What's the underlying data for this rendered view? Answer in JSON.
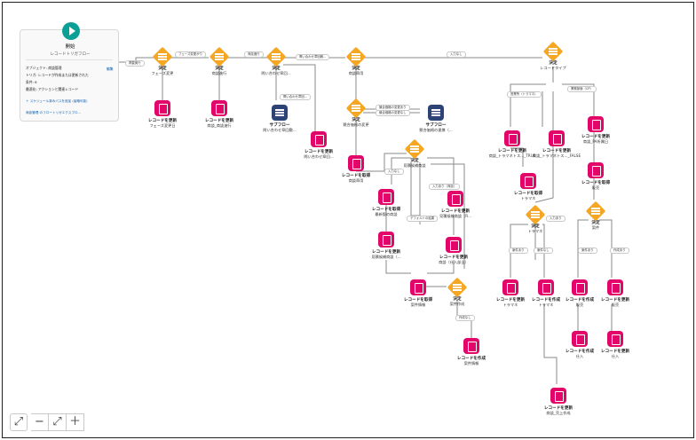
{
  "start": {
    "title": "開始",
    "subtitle": "レコードトリガフロー",
    "object_label": "オブジェクト: ",
    "object_value": "商談管理",
    "edit_label": "編集",
    "trigger_label": "トリガ: ",
    "trigger_value": "レコードが作成または更新された",
    "condition_label": "条件: ",
    "condition_value": "6",
    "optimize_label": "最適化: ",
    "optimize_value": "アクションと関連レコード",
    "add_schedule_link": "＋ スケジュール済みパスを追加 (省略可能)",
    "explore_link": "商談管理 のフロートリガエクスプロ..."
  },
  "nodes": [
    {
      "id": "n1",
      "type": "決定",
      "label": "フェーズ変更",
      "color": "orange"
    },
    {
      "id": "n2",
      "type": "レコードを更新",
      "label": "フェーズ変更日",
      "color": "pink"
    },
    {
      "id": "n3",
      "type": "決定",
      "label": "商談進行",
      "color": "orange"
    },
    {
      "id": "n4",
      "type": "レコードを更新",
      "label": "商談_商談進行",
      "color": "pink"
    },
    {
      "id": "n5",
      "type": "決定",
      "label": "問い合わせ章回...",
      "color": "orange"
    },
    {
      "id": "n6",
      "type": "サブフロー",
      "label": "問い合わせ章回敷...",
      "color": "navy"
    },
    {
      "id": "n7",
      "type": "レコードを更新",
      "label": "問い合わせ章回...",
      "color": "pink"
    },
    {
      "id": "n8",
      "type": "決定",
      "label": "商談章用",
      "color": "orange"
    },
    {
      "id": "n9",
      "type": "決定",
      "label": "競合価格の変更",
      "color": "orange"
    },
    {
      "id": "n10",
      "type": "サブフロー",
      "label": "競合価格の連携（...",
      "color": "navy"
    },
    {
      "id": "n11",
      "type": "レコードを取得",
      "label": "商談章用",
      "color": "pink"
    },
    {
      "id": "n12",
      "type": "決定",
      "label": "見積候補商談",
      "color": "orange"
    },
    {
      "id": "n13",
      "type": "レコードを取得",
      "label": "最新版の商談",
      "color": "pink"
    },
    {
      "id": "n14",
      "type": "レコードを更新",
      "label": "見積候補商談（...",
      "color": "pink"
    },
    {
      "id": "n15",
      "type": "レコードを更新",
      "label": "見積候補商談（R...",
      "color": "pink"
    },
    {
      "id": "n16",
      "type": "レコードを更新",
      "label": "商談（仕入部当）",
      "color": "pink"
    },
    {
      "id": "n17",
      "type": "レコードを取得",
      "label": "案件情報",
      "color": "pink"
    },
    {
      "id": "n18",
      "type": "決定",
      "label": "案件作成",
      "color": "orange"
    },
    {
      "id": "n19",
      "type": "レコードを作成",
      "label": "案件情報",
      "color": "pink"
    },
    {
      "id": "n20",
      "type": "決定",
      "label": "レコードタイプ",
      "color": "orange"
    },
    {
      "id": "n21",
      "type": "レコードを更新",
      "label": "商談_トラマネトス..._TRUE",
      "color": "pink"
    },
    {
      "id": "n22",
      "type": "レコードを更新",
      "label": "商談_トラマネトス..._FALSE",
      "color": "pink"
    },
    {
      "id": "n23",
      "type": "レコードを取得",
      "label": "トラマネ",
      "color": "pink"
    },
    {
      "id": "n24",
      "type": "決定",
      "label": "トラマネ",
      "color": "orange"
    },
    {
      "id": "n25",
      "type": "レコードを更新",
      "label": "トラマネ",
      "color": "pink"
    },
    {
      "id": "n26",
      "type": "レコードを作成",
      "label": "トラマネ",
      "color": "pink"
    },
    {
      "id": "n27",
      "type": "レコードを更新",
      "label": "商談_PA所属日",
      "color": "pink"
    },
    {
      "id": "n28",
      "type": "レコードを取得",
      "label": "販売",
      "color": "pink"
    },
    {
      "id": "n29",
      "type": "決定",
      "label": "案件",
      "color": "orange"
    },
    {
      "id": "n30",
      "type": "レコードを作成",
      "label": "販売",
      "color": "pink"
    },
    {
      "id": "n31",
      "type": "レコードを更新",
      "label": "販売",
      "color": "pink"
    },
    {
      "id": "n32",
      "type": "レコードを作成",
      "label": "仕入",
      "color": "pink"
    },
    {
      "id": "n33",
      "type": "レコードを更新",
      "label": "仕入",
      "color": "pink"
    },
    {
      "id": "n34",
      "type": "レコードを更新",
      "label": "商談_売上作成",
      "color": "pink"
    }
  ],
  "connectors": {
    "c1": "掲載実行",
    "c2": "フェーズ変更がり",
    "c3": "商談進行",
    "c4": "問い合わせ章回敷...",
    "c5": "入力なし",
    "c6": "問い合わせ章回...",
    "c7": "競合価格の変更あり",
    "c8": "競合価格の変更なし",
    "c9": "入力なし",
    "c10": "営業所（トラマネ）",
    "c11": "業務部面（CP）",
    "c12": "入力あり",
    "c13": "デフォルトの結果",
    "c14": "入力あり（商談）",
    "c15": "作成なし",
    "c16": "案件あり",
    "c17": "案件なし",
    "c18": "案件あり",
    "c19": "作成あり"
  },
  "zoom": {
    "fit": "⤢",
    "minus": "−",
    "plus": "＋"
  }
}
